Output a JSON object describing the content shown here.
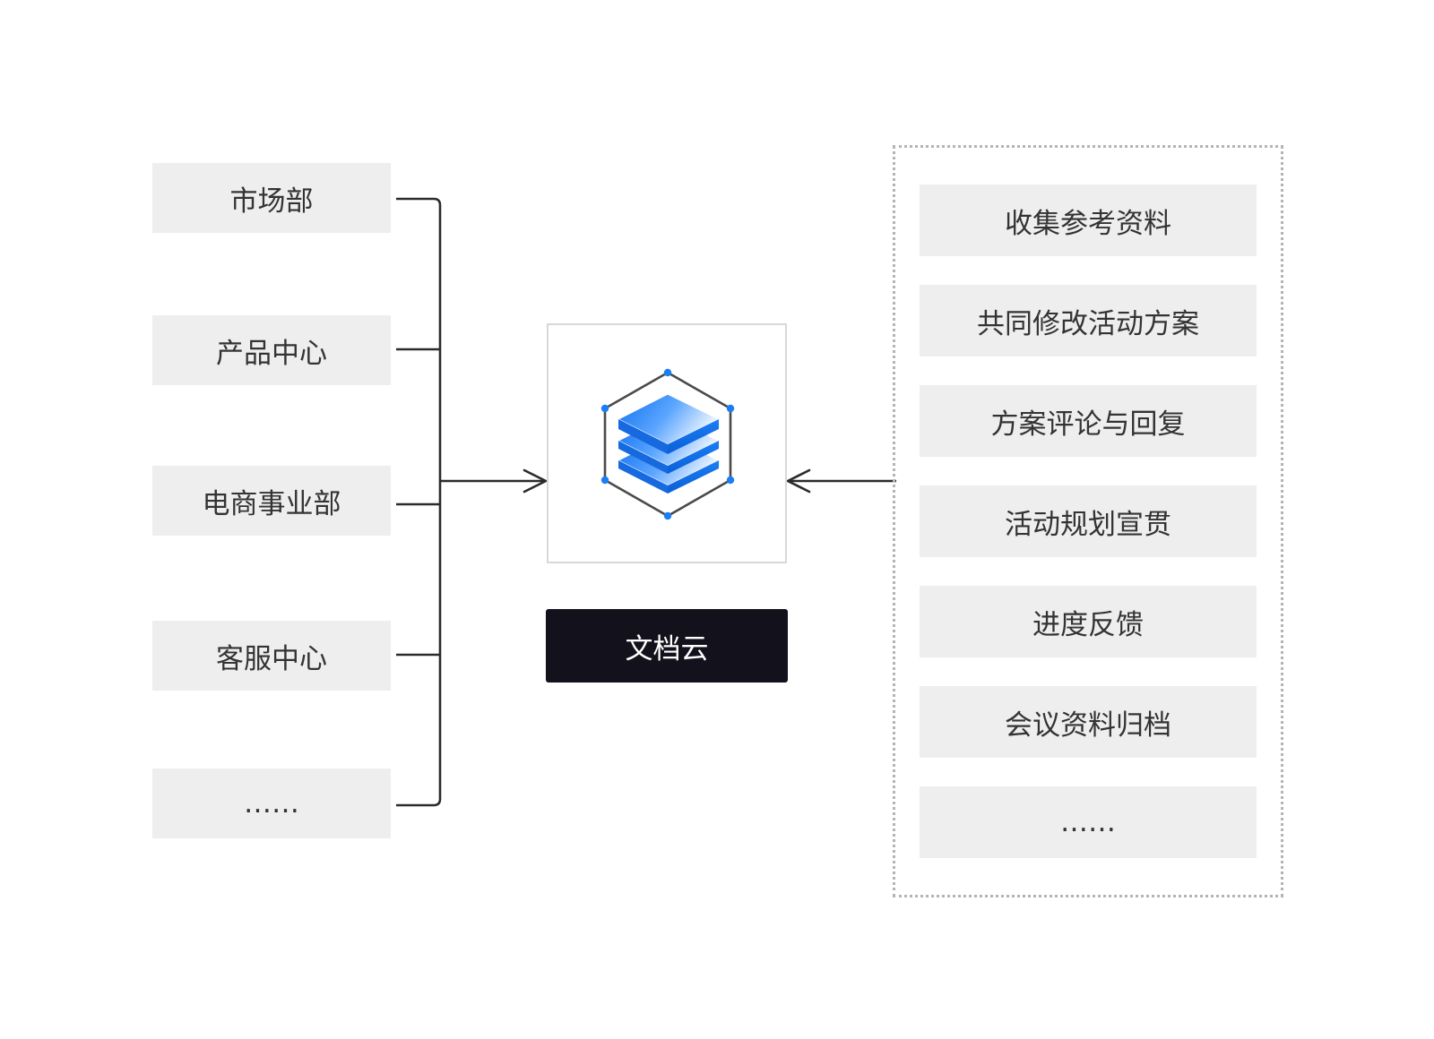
{
  "departments": [
    "市场部",
    "产品中心",
    "电商事业部",
    "客服中心",
    "……"
  ],
  "hub": {
    "label": "文档云",
    "icon": "layered-database-icon",
    "accent_color": "#1a7ef5"
  },
  "tasks": [
    "收集参考资料",
    "共同修改活动方案",
    "方案评论与回复",
    "活动规划宣贯",
    "进度反馈",
    "会议资料归档",
    "……"
  ],
  "colors": {
    "box_fill": "#eeeeee",
    "label_fill": "#12111c",
    "line": "#2b2b2b"
  }
}
